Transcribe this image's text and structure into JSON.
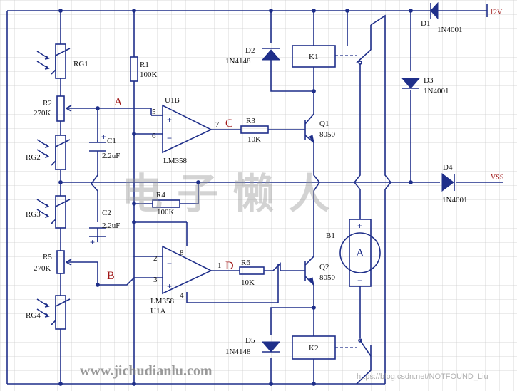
{
  "supply": {
    "positive_label": "12V",
    "output_label": "VSS"
  },
  "nodes": {
    "a": "A",
    "b": "B",
    "c": "C",
    "d": "D"
  },
  "components": {
    "rg1": "RG1",
    "rg2": "RG2",
    "rg3": "RG3",
    "rg4": "RG4",
    "r1": "R1",
    "r1_value": "100K",
    "r2": "R2",
    "r2_value": "270K",
    "r3": "R3",
    "r3_value": "10K",
    "r4": "R4",
    "r4_value": "100K",
    "r5": "R5",
    "r5_value": "270K",
    "r6": "R6",
    "r6_value": "10K",
    "c1": "C1",
    "c1_value": "2.2uF",
    "c2": "C2",
    "c2_value": "2.2uF",
    "u1b": "U1B",
    "u1b_part": "LM358",
    "u1a": "U1A",
    "u1a_part": "LM358",
    "q1": "Q1",
    "q1_part": "8050",
    "q2": "Q2",
    "q2_part": "8050",
    "k1": "K1",
    "k2": "K2",
    "b1": "B1",
    "motor": "A",
    "d1": "D1",
    "d1_part": "1N4001",
    "d2": "D2",
    "d2_part": "1N4148",
    "d3": "D3",
    "d3_part": "1N4001",
    "d4": "D4",
    "d4_part": "1N4001",
    "d5": "D5",
    "d5_part": "1N4148"
  },
  "pins": {
    "u1b_in_pos": "5",
    "u1b_in_neg": "6",
    "u1b_out": "7",
    "u1a_in_neg": "2",
    "u1a_in_pos": "3",
    "u1a_out": "1",
    "u1a_vcc": "8",
    "u1a_gnd": "4"
  },
  "symbols": {
    "plus": "+",
    "minus": "−"
  },
  "watermark": {
    "chinese": "电 子 懒 人",
    "url": "www.jichudianlu.com",
    "blog": "https://blog.csdn.net/NOTFOUND_Liu"
  },
  "colors": {
    "wire": "#1f2f8a",
    "node_label": "#a01818",
    "text": "#111111"
  }
}
